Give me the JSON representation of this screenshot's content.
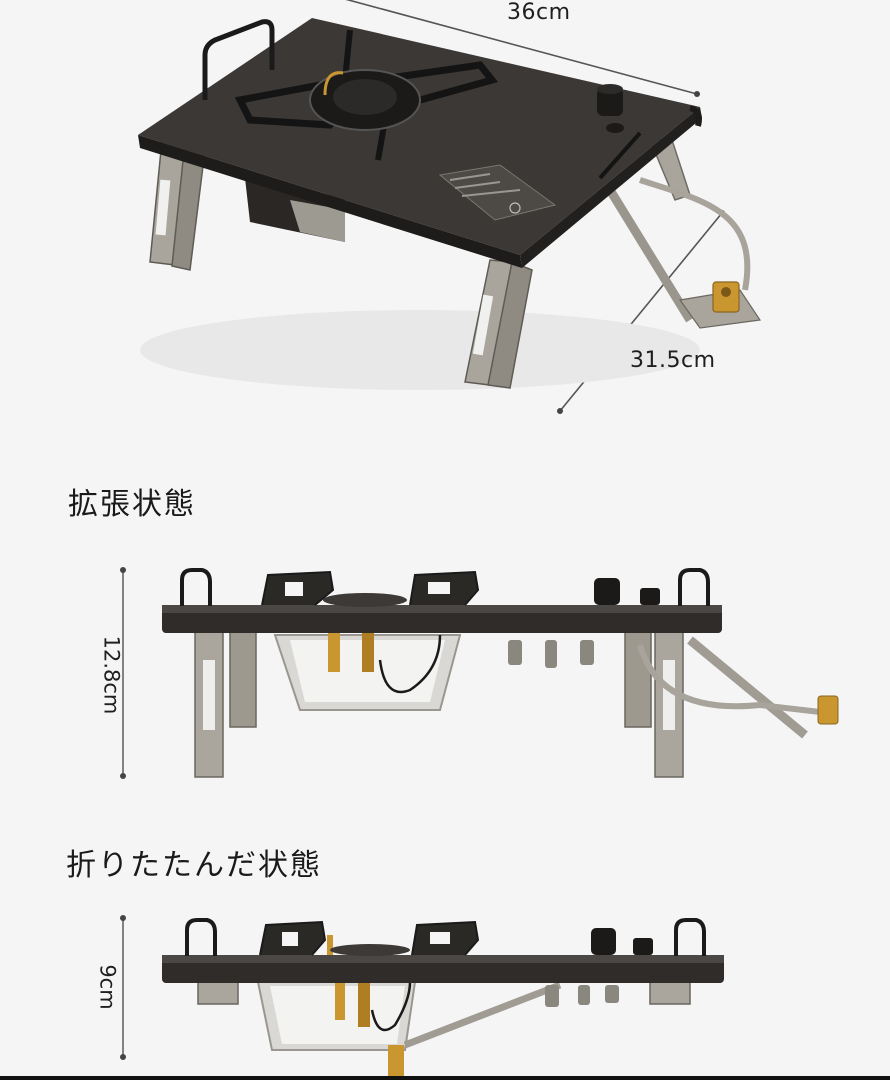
{
  "figure": {
    "subject": "Folding portable gas stove with legs",
    "background_color": "#f5f5f5"
  },
  "top_view": {
    "width_label": "36cm",
    "depth_label": "31.5cm"
  },
  "expanded_state": {
    "title": "拡張状態",
    "height_label": "12.8cm"
  },
  "folded_state": {
    "title": "折りたたんだ状態",
    "height_label": "9cm"
  },
  "colors": {
    "stove_body": "#2e2b28",
    "steel_legs": "#a9a59c",
    "brass_fittings": "#c9962f",
    "dimension_line": "#555555"
  }
}
